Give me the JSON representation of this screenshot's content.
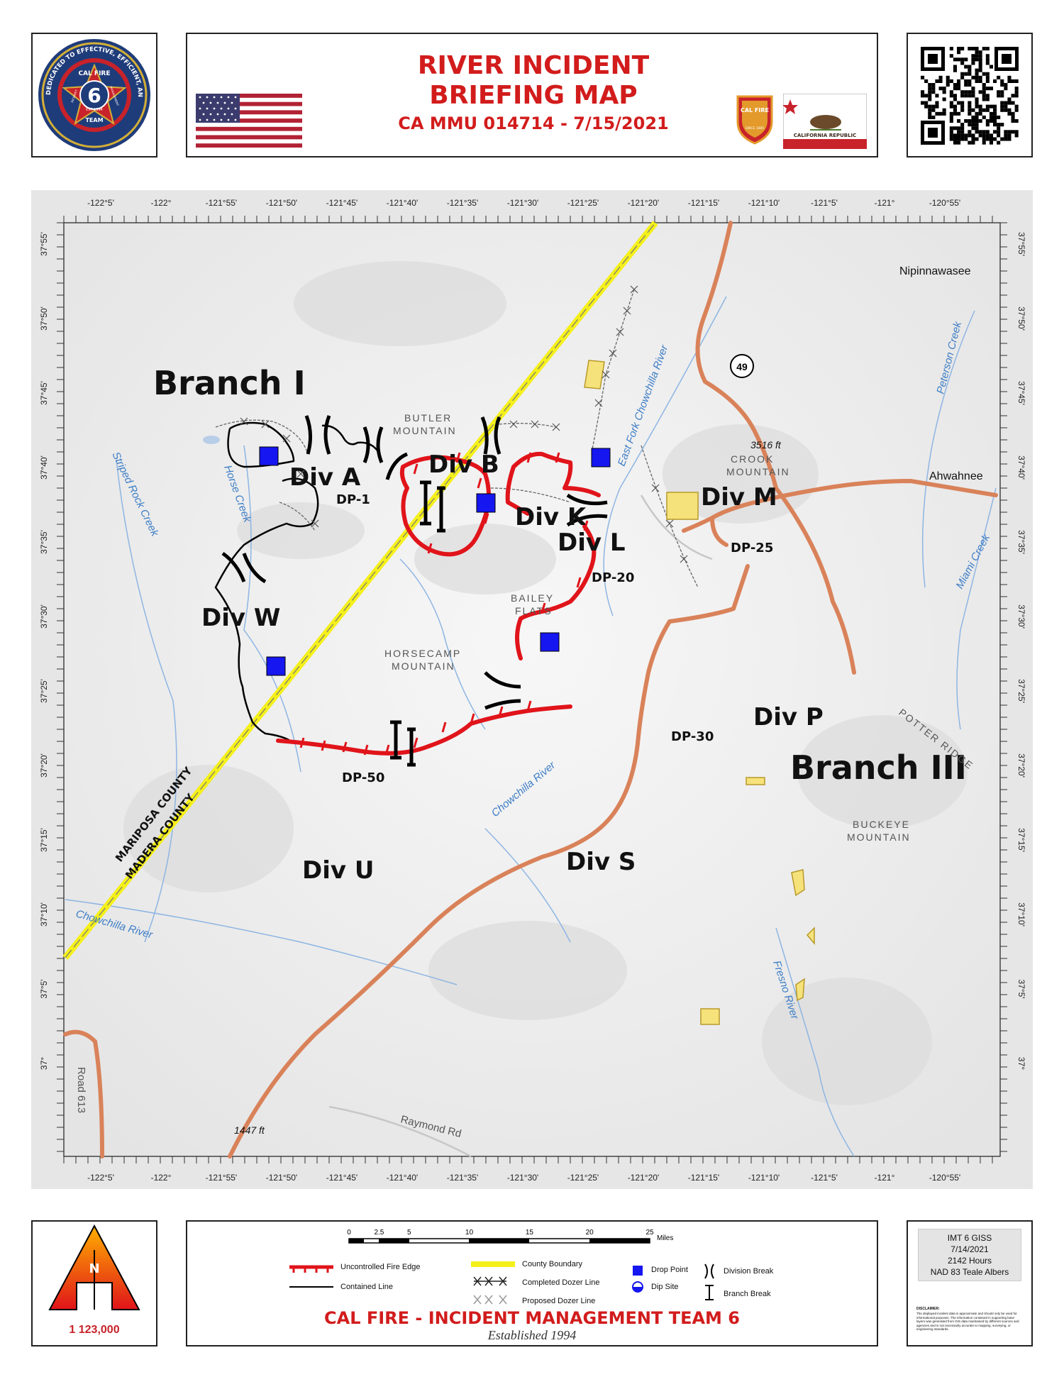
{
  "header": {
    "title_line1": "RIVER INCIDENT",
    "title_line2": "BRIEFING MAP",
    "subtitle": "CA MMU 014714 - 7/15/2021"
  },
  "logo_team": {
    "ring_text": "DEDICATED TO EFFECTIVE, EFFICIENT, AND PROFESSIONAL SERVICE",
    "top": "CAL FIRE",
    "number": "6",
    "bottom": "TEAM",
    "inc": "INCIDENT",
    "mgmt": "MANAGEMENT",
    "year": "EST 1994"
  },
  "logo_calfire": {
    "text": "CAL FIRE",
    "since": "SINCE 1885"
  },
  "flag_ca": {
    "text": "CALIFORNIA REPUBLIC"
  },
  "map": {
    "top_ticks": [
      "-122°5'",
      "-122°",
      "-121°55'",
      "-121°50'",
      "-121°45'",
      "-121°40'",
      "-121°35'",
      "-121°30'",
      "-121°25'",
      "-121°20'",
      "-121°15'",
      "-121°10'",
      "-121°5'",
      "-121°",
      "-120°55'"
    ],
    "lat_ticks": [
      "37°55'",
      "37°50'",
      "37°45'",
      "37°40'",
      "37°35'",
      "37°30'",
      "37°25'",
      "37°20'",
      "37°15'",
      "37°10'",
      "37°5'",
      "37°"
    ],
    "branches": {
      "b1": "Branch I",
      "b3": "Branch III"
    },
    "divisions": {
      "a": "Div A",
      "b": "Div B",
      "k": "Div K",
      "l": "Div L",
      "m": "Div M",
      "w": "Div W",
      "p": "Div P",
      "s": "Div S",
      "u": "Div U"
    },
    "drop_points": {
      "dp1": "DP-1",
      "dp20": "DP-20",
      "dp25": "DP-25",
      "dp30": "DP-30",
      "dp50": "DP-50"
    },
    "places": {
      "butler1": "BUTLER",
      "butler2": "MOUNTAIN",
      "crook1": "CROOK",
      "crook2": "MOUNTAIN",
      "bailey1": "BAILEY",
      "bailey2": "FLATS",
      "horse1": "HORSECAMP",
      "horse2": "MOUNTAIN",
      "potter": "POTTER RIDGE",
      "buckeye1": "BUCKEYE",
      "buckeye2": "MOUNTAIN",
      "nip": "Nipinnawasee",
      "ahwahnee": "Ahwahnee",
      "elev1": "3516 ft",
      "elev2": "1447 ft"
    },
    "water": {
      "striped": "Striped Rock Creek",
      "horse": "Horse Creek",
      "eastfork": "East Fork Chowchilla River",
      "peterson": "Peterson Creek",
      "miami": "Miami Creek",
      "chowriver": "Chowchilla River",
      "chowriver2": "Chowchilla River",
      "fresno": "Fresno River"
    },
    "roads": {
      "hwy": "49",
      "raymond": "Raymond Rd",
      "road613": "Road 613"
    },
    "counties": {
      "mariposa": "MARIPOSA COUNTY",
      "madera": "MADERA COUNTY"
    }
  },
  "footer": {
    "scale_ticks": [
      "0",
      "2.5",
      "5",
      "10",
      "15",
      "20",
      "25"
    ],
    "scale_unit": "Miles",
    "legend": {
      "uncontrolled": "Uncontrolled Fire Edge",
      "contained": "Contained Line",
      "county": "County Boundary",
      "completed_dozer": "Completed Dozer Line",
      "proposed_dozer": "Proposed Dozer Line",
      "drop_point": "Drop Point",
      "dip_site": "Dip Site",
      "division_break": "Division Break",
      "branch_break": "Branch Break"
    },
    "team_name": "CAL FIRE - INCIDENT MANAGEMENT TEAM 6",
    "established": "Established 1994",
    "north_letter": "N",
    "scale_text": "1 123,000",
    "info": {
      "line1": "IMT 6 GISS",
      "line2": "7/14/2021",
      "line3": "2142 Hours",
      "line4": "NAD 83 Teale Albers"
    },
    "disclaimer_title": "DISCLAIMER:",
    "disclaimer_text": "The displayed incident data is approximate and should only be used for informational purposes. The information contained in supporting base layers was generated from GIS data maintained by different sources and agencies and is not necessarily accurate to mapping, surveying, or engineering standards."
  },
  "colors": {
    "fire": "#e0141a",
    "title": "#d21c1c",
    "drop": "#1616f0",
    "county": "#f5f01a",
    "road": "#d9825a",
    "water": "#3d7dc6"
  }
}
